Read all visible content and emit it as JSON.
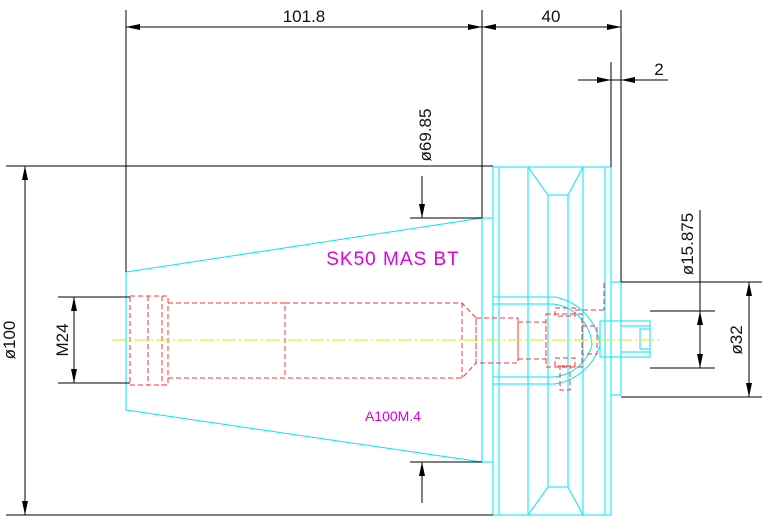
{
  "dimensions": {
    "length_total": "101.8",
    "flange_length": "40",
    "offset": "2",
    "dia_taper_large": "ø69.85",
    "dia_outer": "ø100",
    "thread": "M24",
    "dia_small": "ø15.875",
    "dia_flange_inner": "ø32"
  },
  "labels": {
    "product": "SK50 MAS BT",
    "part_code": "A100M.4"
  },
  "colors": {
    "dimension": "#000000",
    "outline": "#00e5ff",
    "hidden": "#ff3333",
    "centerline": "#e6e600",
    "annotation": "#e000e0"
  }
}
